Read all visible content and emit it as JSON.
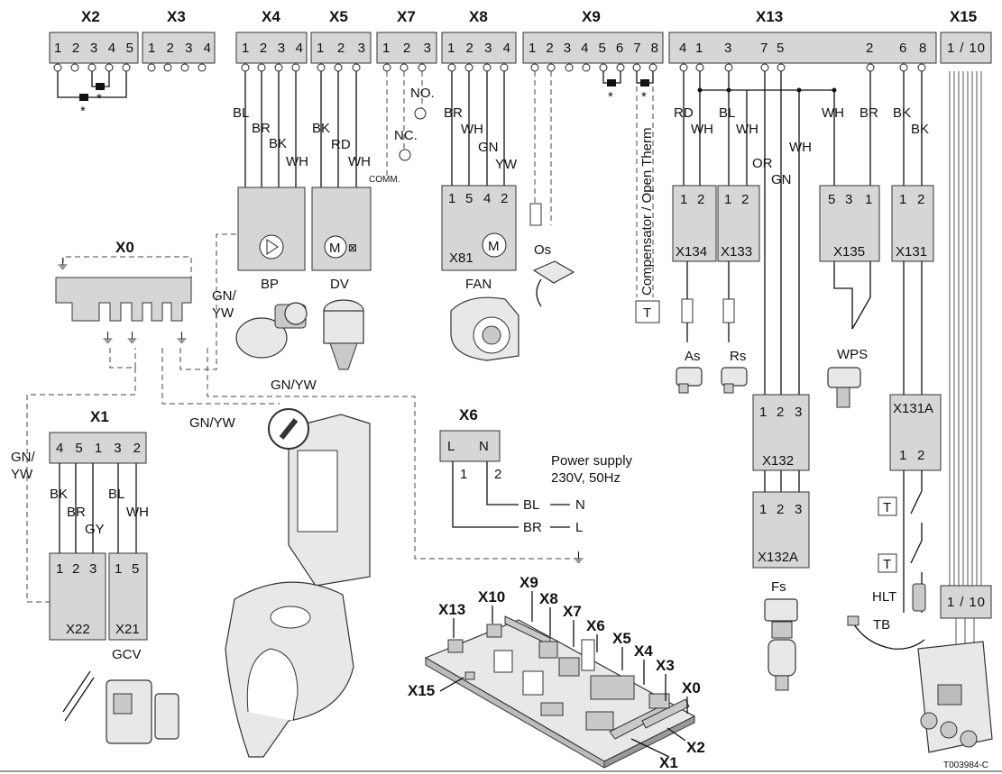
{
  "connectors": {
    "x2": {
      "label": "X2",
      "pins": "1 2 3 4 5"
    },
    "x3": {
      "label": "X3",
      "pins": "1 2 3 4"
    },
    "x4": {
      "label": "X4",
      "pins": "1 2 3 4"
    },
    "x5": {
      "label": "X5",
      "pins": "1 2 3"
    },
    "x7": {
      "label": "X7",
      "pins": "1 2 3"
    },
    "x8": {
      "label": "X8",
      "pins": "1 2 3 4"
    },
    "x9": {
      "label": "X9",
      "pins": "1 2 3 4 5 6 7 8"
    },
    "x13": {
      "label": "X13",
      "pins": [
        "4",
        "1",
        "3",
        "7",
        "5",
        "2",
        "6",
        "8"
      ]
    },
    "x15": {
      "label": "X15",
      "pins": "1 / 10"
    },
    "x0": {
      "label": "X0"
    },
    "x1": {
      "label": "X1",
      "pins": "4 5 1 3 2"
    },
    "x6": {
      "label": "X6",
      "pins": [
        "L",
        "N"
      ],
      "terminals": [
        "1",
        "2"
      ]
    }
  },
  "wire_labels": {
    "x4": [
      "BL",
      "BR",
      "BK",
      "WH"
    ],
    "x5": [
      "BK",
      "RD",
      "WH"
    ],
    "x7": {
      "no": "NO.",
      "nc": "NC.",
      "comm": "COMM."
    },
    "x8": [
      "BR",
      "WH",
      "GN",
      "YW"
    ],
    "x13_as": [
      "RD",
      "WH"
    ],
    "x13_rs": [
      "BL",
      "WH"
    ],
    "x13_fs": [
      "OR",
      "GN",
      "WH"
    ],
    "x13_wps": [
      "WH",
      "BR"
    ],
    "x13_hlt": [
      "BK",
      "BK"
    ],
    "x1": [
      "BK",
      "BR",
      "GY",
      "BL",
      "WH"
    ],
    "ground": [
      "GN/",
      "YW",
      "GN/YW",
      "GN/YW",
      "GN/",
      "YW"
    ],
    "power": [
      "BL",
      "N",
      "BR",
      "L"
    ],
    "star": "*"
  },
  "components": {
    "bp": "BP",
    "dv": "DV",
    "fan": "FAN",
    "os": "Os",
    "x81": "X81",
    "x134": "X134",
    "x133": "X133",
    "x135": "X135",
    "x131": "X131",
    "x131a": "X131A",
    "x132": "X132",
    "x132a": "X132A",
    "x22": "X22",
    "x21": "X21",
    "gcv": "GCV",
    "as": "As",
    "rs": "Rs",
    "wps": "WPS",
    "fs": "Fs",
    "hlt": "HLT",
    "tb": "TB",
    "compensator": "Compensator / Open Therm",
    "thermo_t": "T",
    "motor_m": "M",
    "x15_bottom": "1 / 10"
  },
  "pinsets": {
    "x81": [
      "1",
      "5",
      "4",
      "2"
    ],
    "x134": [
      "1",
      "2"
    ],
    "x133": [
      "1",
      "2"
    ],
    "x135": [
      "5",
      "3",
      "1"
    ],
    "x131": [
      "1",
      "2"
    ],
    "x131a": [
      "1",
      "2"
    ],
    "x132": [
      "1",
      "2",
      "3"
    ],
    "x132a": [
      "1",
      "2",
      "3"
    ],
    "x22": [
      "1",
      "2",
      "3"
    ],
    "x21": [
      "1",
      "5"
    ]
  },
  "power_supply": {
    "line1": "Power supply",
    "line2": "230V, 50Hz"
  },
  "board_labels": [
    "X13",
    "X10",
    "X9",
    "X8",
    "X7",
    "X6",
    "X5",
    "X4",
    "X3",
    "X0",
    "X2",
    "X1",
    "X15"
  ],
  "figure_code": "T003984-C"
}
